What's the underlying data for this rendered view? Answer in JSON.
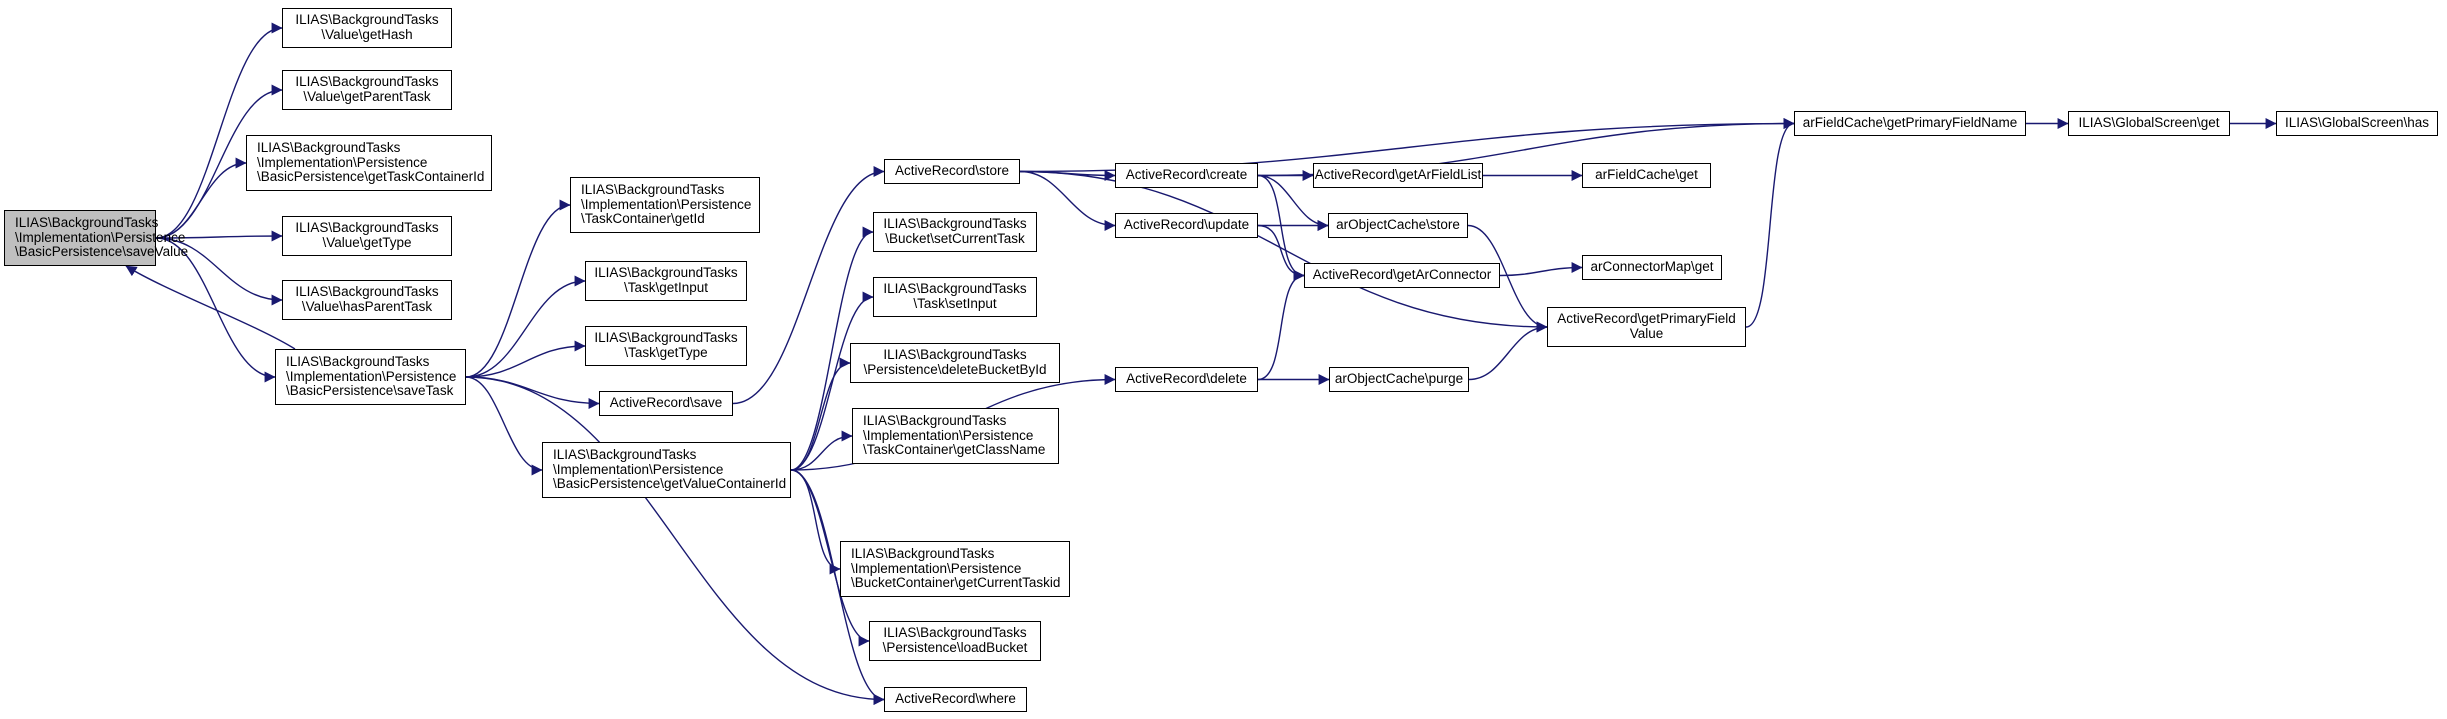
{
  "diagram": {
    "edge_color": "#191970",
    "root_fill": "#bfbfbf",
    "nodes": {
      "root": "ILIAS\\BackgroundTasks\n\\Implementation\\Persistence\n\\BasicPersistence\\saveValue",
      "value_gethash": "ILIAS\\BackgroundTasks\n\\Value\\getHash",
      "value_getparenttask": "ILIAS\\BackgroundTasks\n\\Value\\getParentTask",
      "gettaskcontainerid": "ILIAS\\BackgroundTasks\n\\Implementation\\Persistence\n\\BasicPersistence\\getTaskContainerId",
      "value_gettype": "ILIAS\\BackgroundTasks\n\\Value\\getType",
      "value_hasparenttask": "ILIAS\\BackgroundTasks\n\\Value\\hasParentTask",
      "savetask": "ILIAS\\BackgroundTasks\n\\Implementation\\Persistence\n\\BasicPersistence\\saveTask",
      "taskcontainer_getid": "ILIAS\\BackgroundTasks\n\\Implementation\\Persistence\n\\TaskContainer\\getId",
      "task_getinput": "ILIAS\\BackgroundTasks\n\\Task\\getInput",
      "task_gettype": "ILIAS\\BackgroundTasks\n\\Task\\getType",
      "ar_save": "ActiveRecord\\save",
      "getvaluecontainerid": "ILIAS\\BackgroundTasks\n\\Implementation\\Persistence\n\\BasicPersistence\\getValueContainerId",
      "ar_store": "ActiveRecord\\store",
      "bucket_setcurrenttask": "ILIAS\\BackgroundTasks\n\\Bucket\\setCurrentTask",
      "task_setinput": "ILIAS\\BackgroundTasks\n\\Task\\setInput",
      "persistence_deletebucketbyid": "ILIAS\\BackgroundTasks\n\\Persistence\\deleteBucketById",
      "taskcontainer_getclassname": "ILIAS\\BackgroundTasks\n\\Implementation\\Persistence\n\\TaskContainer\\getClassName",
      "bucketcontainer_getcurrenttaskid": "ILIAS\\BackgroundTasks\n\\Implementation\\Persistence\n\\BucketContainer\\getCurrentTaskid",
      "persistence_loadbucket": "ILIAS\\BackgroundTasks\n\\Persistence\\loadBucket",
      "ar_where": "ActiveRecord\\where",
      "ar_create": "ActiveRecord\\create",
      "ar_update": "ActiveRecord\\update",
      "ar_delete": "ActiveRecord\\delete",
      "ar_getarfieldlist": "ActiveRecord\\getArFieldList",
      "arobjectcache_store": "arObjectCache\\store",
      "ar_getarconnector": "ActiveRecord\\getArConnector",
      "arobjectcache_purge": "arObjectCache\\purge",
      "arfieldcache_get": "arFieldCache\\get",
      "arconnectormap_get": "arConnectorMap\\get",
      "ar_getprimaryfieldvalue": "ActiveRecord\\getPrimaryField\nValue",
      "arfieldcache_getprimaryfieldname": "arFieldCache\\getPrimaryFieldName",
      "globalscreen_get": "ILIAS\\GlobalScreen\\get",
      "globalscreen_has": "ILIAS\\GlobalScreen\\has"
    },
    "edges": [
      [
        "root",
        "value_gethash"
      ],
      [
        "root",
        "value_getparenttask"
      ],
      [
        "root",
        "gettaskcontainerid"
      ],
      [
        "root",
        "value_gettype"
      ],
      [
        "root",
        "value_hasparenttask"
      ],
      [
        "root",
        "savetask"
      ],
      [
        "savetask",
        "root"
      ],
      [
        "savetask",
        "taskcontainer_getid"
      ],
      [
        "savetask",
        "task_getinput"
      ],
      [
        "savetask",
        "task_gettype"
      ],
      [
        "savetask",
        "ar_save"
      ],
      [
        "savetask",
        "getvaluecontainerid"
      ],
      [
        "savetask",
        "ar_where"
      ],
      [
        "ar_save",
        "ar_store"
      ],
      [
        "getvaluecontainerid",
        "bucket_setcurrenttask"
      ],
      [
        "getvaluecontainerid",
        "task_setinput"
      ],
      [
        "getvaluecontainerid",
        "persistence_deletebucketbyid"
      ],
      [
        "getvaluecontainerid",
        "taskcontainer_getclassname"
      ],
      [
        "getvaluecontainerid",
        "bucketcontainer_getcurrenttaskid"
      ],
      [
        "getvaluecontainerid",
        "persistence_loadbucket"
      ],
      [
        "getvaluecontainerid",
        "ar_where"
      ],
      [
        "getvaluecontainerid",
        "ar_delete"
      ],
      [
        "ar_store",
        "ar_create"
      ],
      [
        "ar_store",
        "ar_update"
      ],
      [
        "ar_store",
        "arfieldcache_getprimaryfieldname"
      ],
      [
        "ar_store",
        "ar_getprimaryfieldvalue"
      ],
      [
        "ar_create",
        "arfieldcache_getprimaryfieldname"
      ],
      [
        "ar_create",
        "ar_getarfieldlist"
      ],
      [
        "ar_create",
        "arobjectcache_store"
      ],
      [
        "ar_create",
        "ar_getarconnector"
      ],
      [
        "ar_update",
        "arobjectcache_store"
      ],
      [
        "ar_update",
        "ar_getarconnector"
      ],
      [
        "ar_delete",
        "ar_getarconnector"
      ],
      [
        "ar_delete",
        "arobjectcache_purge"
      ],
      [
        "ar_getarfieldlist",
        "arfieldcache_get"
      ],
      [
        "arobjectcache_store",
        "ar_getprimaryfieldvalue"
      ],
      [
        "arobjectcache_purge",
        "ar_getprimaryfieldvalue"
      ],
      [
        "ar_getarconnector",
        "arconnectormap_get"
      ],
      [
        "ar_getprimaryfieldvalue",
        "arfieldcache_getprimaryfieldname"
      ],
      [
        "arfieldcache_getprimaryfieldname",
        "globalscreen_get"
      ],
      [
        "globalscreen_get",
        "globalscreen_has"
      ]
    ]
  }
}
